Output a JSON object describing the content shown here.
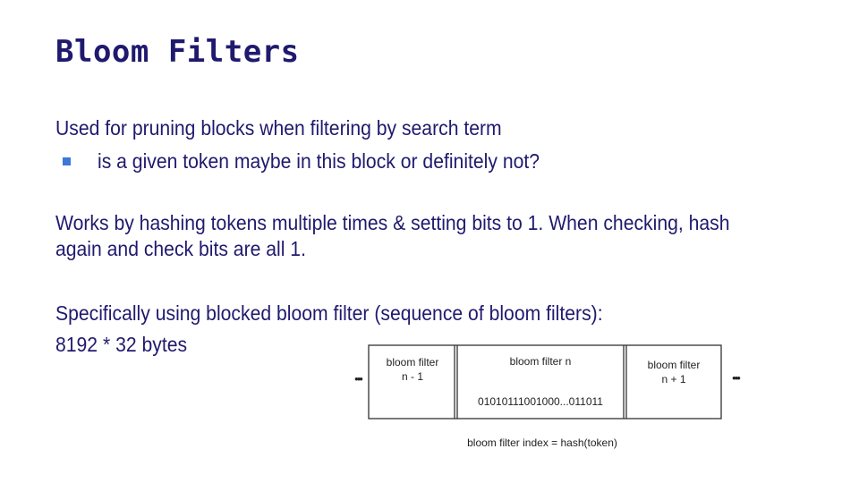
{
  "slide": {
    "title": "Bloom Filters",
    "line1": "Used for pruning blocks when filtering by search term",
    "bullet1": "is a given token maybe in this block or definitely not?",
    "para2_line1": "Works by hashing tokens multiple times & setting bits to 1. When checking, hash",
    "para2_line2": "again and check bits are all 1.",
    "para3": "Specifically using blocked bloom filter (sequence of bloom filters):",
    "para4": "8192 * 32 bytes"
  },
  "diagram": {
    "left_ellipsis": "•••",
    "right_ellipsis": "•••",
    "block_prev_line1": "bloom filter",
    "block_prev_line2": "n - 1",
    "block_current_label": "bloom filter n",
    "block_current_bits": "01010111001000...011011",
    "block_next_line1": "bloom filter",
    "block_next_line2": "n + 1",
    "caption": "bloom filter index = hash(token)"
  },
  "colors": {
    "text": "#1f1a6e",
    "bullet": "#3b78d8",
    "diagram_line": "#333333"
  }
}
